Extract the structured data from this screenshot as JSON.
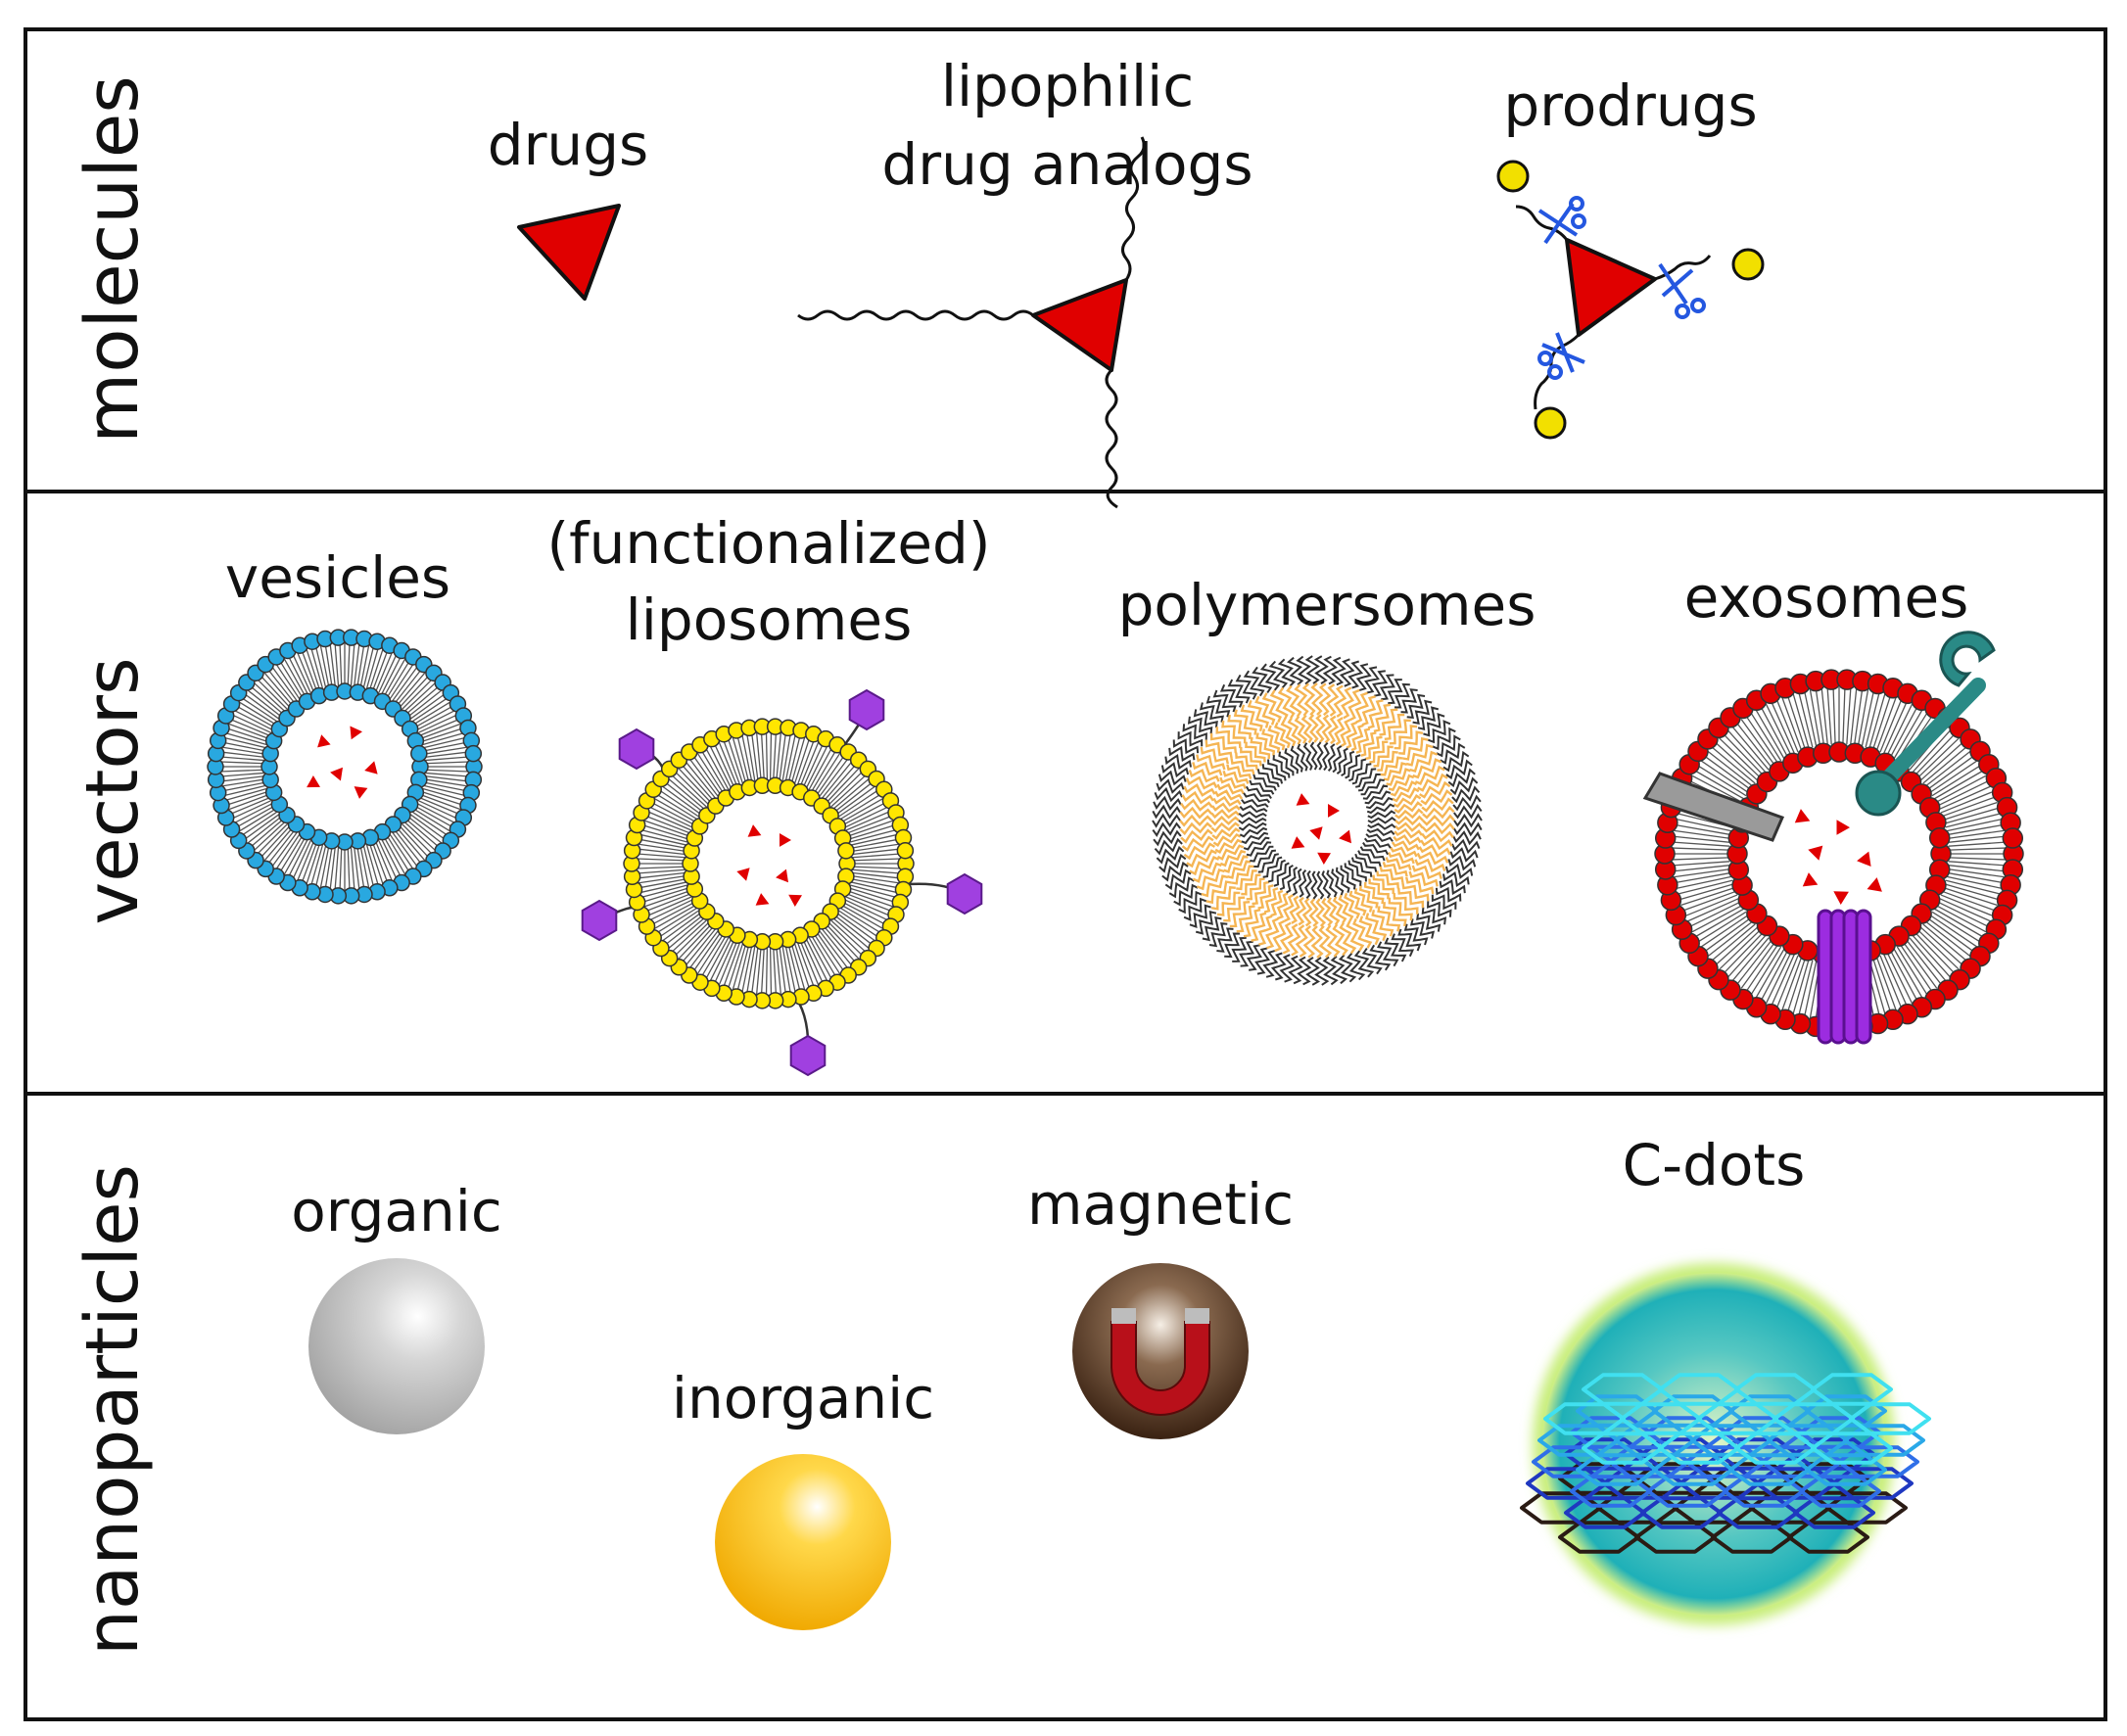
{
  "rows": {
    "molecules": {
      "title": "molecules",
      "items": {
        "drugs": "drugs",
        "lipophilic_line1": "lipophilic",
        "lipophilic_line2": "drug analogs",
        "prodrugs": "prodrugs"
      }
    },
    "vectors": {
      "title": "vectors",
      "items": {
        "vesicles": "vesicles",
        "liposomes_line1": "(functionalized)",
        "liposomes_line2": "liposomes",
        "polymersomes": "polymersomes",
        "exosomes": "exosomes"
      }
    },
    "nanoparticles": {
      "title": "nanoparticles",
      "items": {
        "organic": "organic",
        "inorganic": "inorganic",
        "magnetic": "magnetic",
        "cdots": "C-dots"
      }
    }
  },
  "colors": {
    "drug": "#e00000",
    "vesicle_head": "#29a8e0",
    "liposome_head": "#ffe600",
    "ligand": "#a040e0",
    "polymer_hydrophobic": "#f5b553",
    "exosome_head": "#e00000",
    "organic_np": "#bdbdbd",
    "inorganic_np": "#f5b800",
    "magnetic_np": "#3b2516",
    "cdot_glow": "#2ab7b5",
    "scissors": "#2457e0",
    "linker_ball": "#f2e000"
  }
}
